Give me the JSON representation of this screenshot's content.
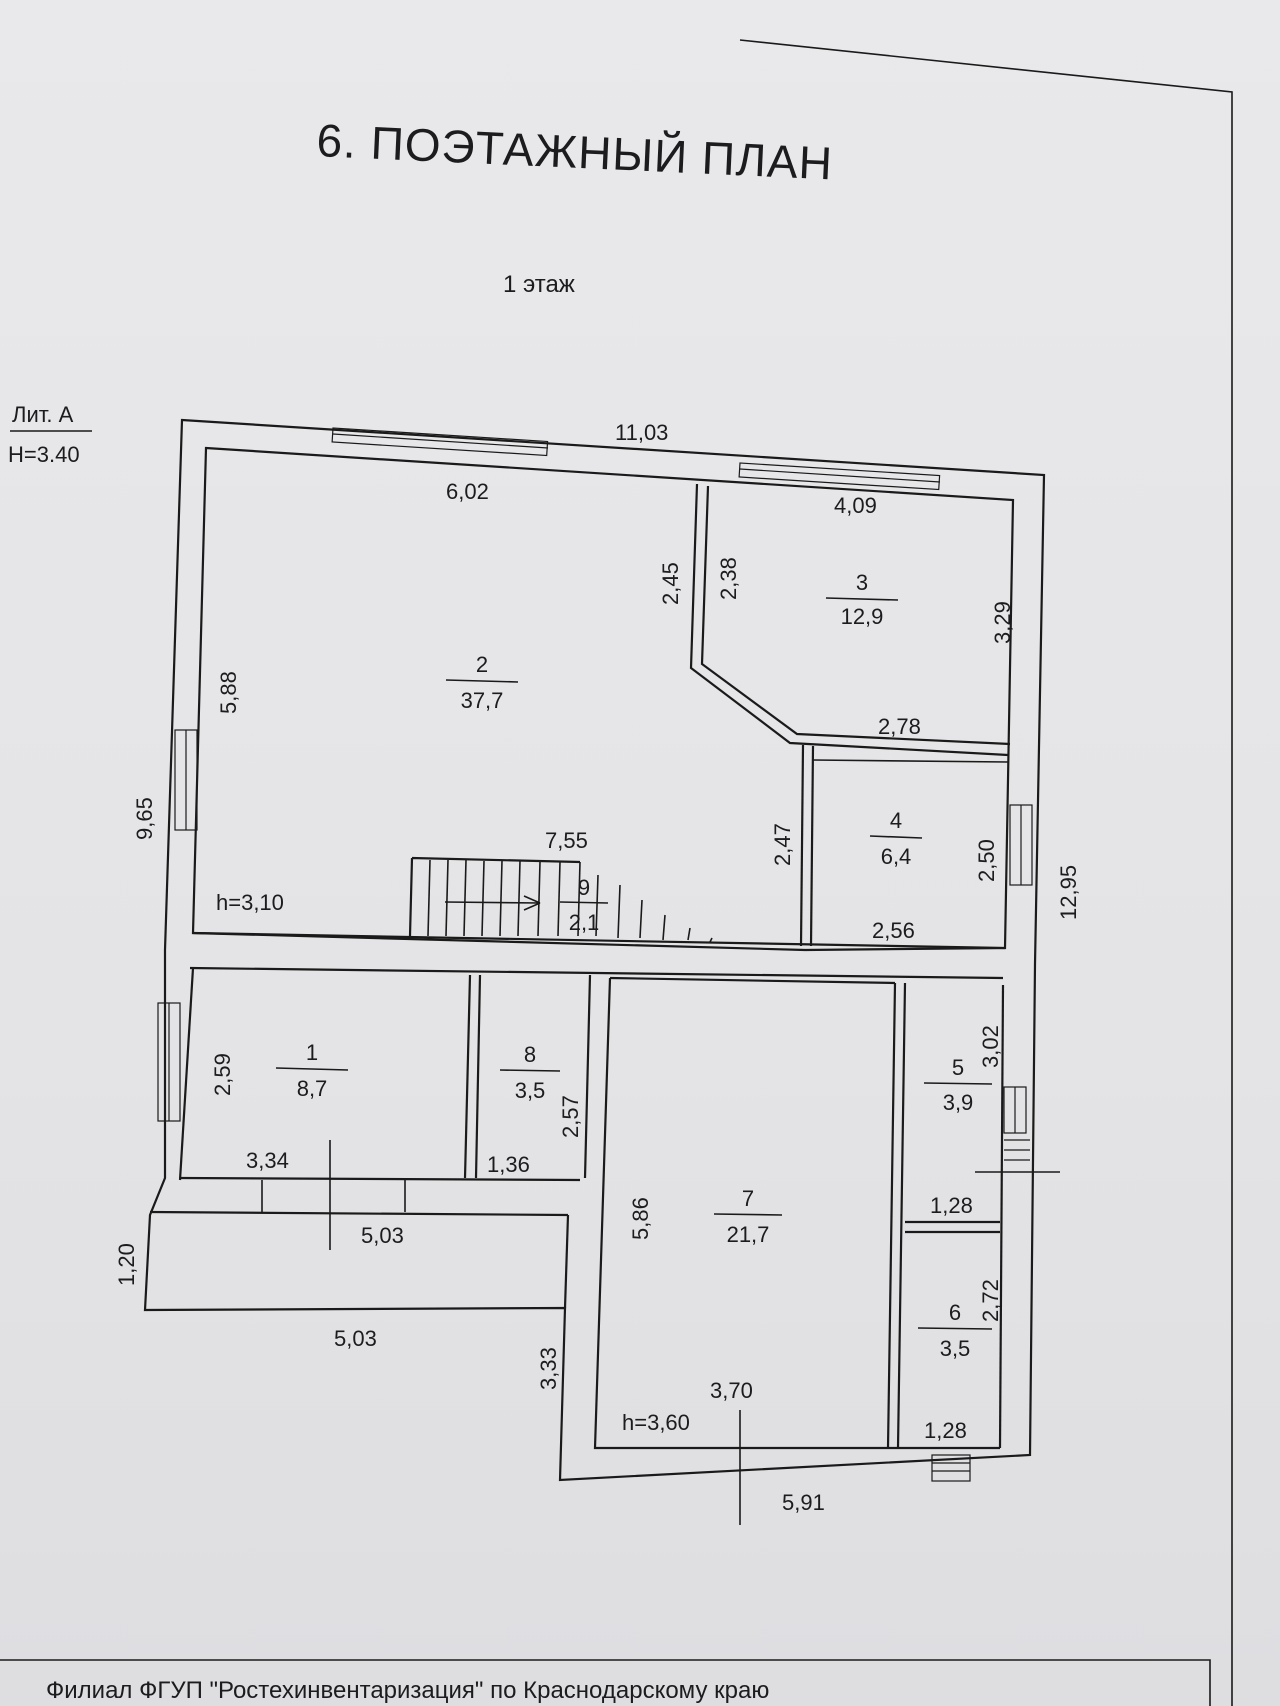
{
  "title": "6. ПОЭТАЖНЫЙ ПЛАН",
  "floor": "1 этаж",
  "lit": {
    "label": "Лит. А",
    "height": "H=3.40"
  },
  "dimensions": {
    "top_total": "11,03",
    "room2_top": "6,02",
    "room3_top": "4,09",
    "room2_right_a": "2,45",
    "room3_left": "2,38",
    "room3_right": "3,29",
    "room2_left": "5,88",
    "room3_bottom": "2,78",
    "left_total": "9,65",
    "stairs_width": "7,55",
    "room4_left": "2,47",
    "room4_right": "2,50",
    "right_total": "12,95",
    "room4_bottom": "2,56",
    "room5_right": "3,02",
    "room1_left": "2,59",
    "room8_right": "2,57",
    "room1_bottom": "3,34",
    "room8_bottom": "1,36",
    "room5_bottom": "1,28",
    "room7_left": "5,86",
    "porch_top": "5,03",
    "porch_left": "1,20",
    "room6_right": "2,72",
    "porch_bottom": "5,03",
    "ext_left": "3,33",
    "room7_bottom": "3,70",
    "room6_bottom": "1,28",
    "ext_bottom": "5,91"
  },
  "heights": {
    "main": "h=3,10",
    "extension": "h=3,60"
  },
  "rooms": [
    {
      "num": "2",
      "area": "37,7"
    },
    {
      "num": "3",
      "area": "12,9"
    },
    {
      "num": "4",
      "area": "6,4"
    },
    {
      "num": "9",
      "area": "2,1"
    },
    {
      "num": "1",
      "area": "8,7"
    },
    {
      "num": "8",
      "area": "3,5"
    },
    {
      "num": "5",
      "area": "3,9"
    },
    {
      "num": "7",
      "area": "21,7"
    },
    {
      "num": "6",
      "area": "3,5"
    }
  ],
  "footer": "Филиал ФГУП \"Ростехинвентаризация\" по Краснодарскому краю"
}
